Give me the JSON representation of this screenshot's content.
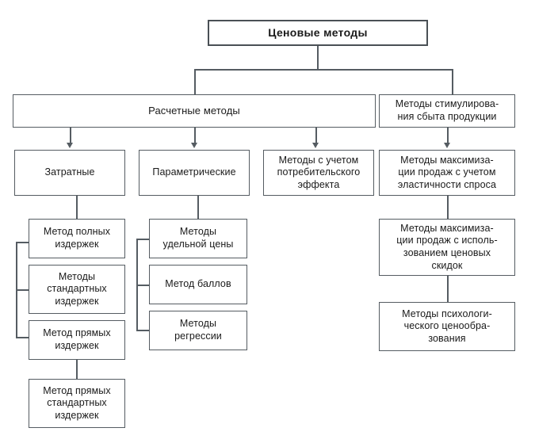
{
  "diagram": {
    "title_node": {
      "label": "Ценовые методы"
    },
    "level1": [
      {
        "id": "calc",
        "label": "Расчетные методы"
      },
      {
        "id": "promo",
        "line1": "Методы стимулирова-",
        "line2": "ния сбыта продукции"
      }
    ],
    "level2": [
      {
        "id": "cost",
        "label": "Затратные"
      },
      {
        "id": "param",
        "label": "Параметрические"
      },
      {
        "id": "consumer",
        "line1": "Методы с учетом",
        "line2": "потребительского",
        "line3": "эффекта"
      },
      {
        "id": "maxdemand",
        "line1": "Методы максимиза-",
        "line2": "ции продаж с учетом",
        "line3": "эластичности спроса"
      }
    ],
    "cost_children": [
      {
        "id": "full",
        "line1": "Метод полных",
        "line2": "издержек"
      },
      {
        "id": "standard",
        "line1": "Методы",
        "line2": "стандартных",
        "line3": "издержек"
      },
      {
        "id": "direct",
        "line1": "Метод прямых",
        "line2": "издержек"
      }
    ],
    "cost_grandchild": {
      "id": "directstd",
      "line1": "Метод прямых",
      "line2": "стандартных",
      "line3": "издержек"
    },
    "param_children": [
      {
        "id": "unitprice",
        "line1": "Методы",
        "line2": "удельной цены"
      },
      {
        "id": "points",
        "label": "Метод баллов"
      },
      {
        "id": "regression",
        "line1": "Методы",
        "line2": "регрессии"
      }
    ],
    "promo_children": [
      {
        "id": "discounts",
        "line1": "Методы максимиза-",
        "line2": "ции продаж с исполь-",
        "line3": "зованием ценовых",
        "line4": "скидок"
      },
      {
        "id": "psych",
        "line1": "Методы психологи-",
        "line2": "ческого ценообра-",
        "line3": "зования"
      }
    ],
    "colors": {
      "stroke": "#555c62",
      "background": "#ffffff",
      "text": "#1a1a1a"
    }
  }
}
